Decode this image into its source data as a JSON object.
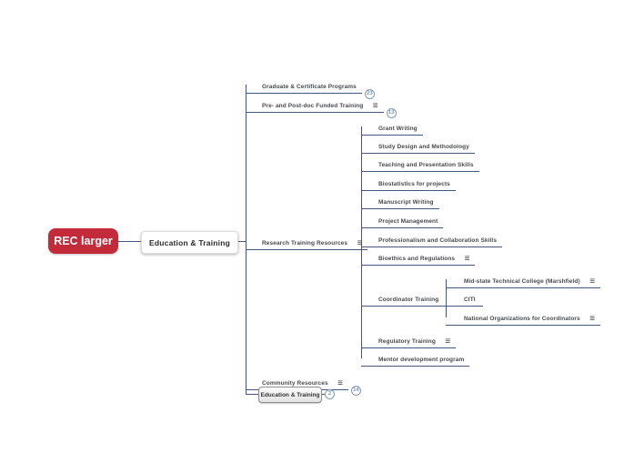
{
  "palette": {
    "accent_red": "#c32b3a",
    "line_color": "#46587a",
    "badge_color": "#8298bb",
    "text_color": "#47494e"
  },
  "icons": {
    "note_glyph": "≡"
  },
  "root_box": {
    "label": "REC larger"
  },
  "center_node": {
    "label": "Education & Training"
  },
  "branches": [
    {
      "label": "Graduate & Certificate Programs",
      "badge": "23"
    },
    {
      "label": "Pre- and Post-doc Funded Training",
      "badge": "13",
      "icon": "note-icon"
    },
    {
      "label": "Research Training Resources",
      "icon": "note-icon",
      "children": [
        {
          "label": "Grant Writing"
        },
        {
          "label": "Study Design and Methodology"
        },
        {
          "label": "Teaching and Presentation Skills"
        },
        {
          "label": "Biostatistics for projects"
        },
        {
          "label": "Manuscript Writing"
        },
        {
          "label": "Project Management"
        },
        {
          "label": "Professionalism and Collaboration Skills"
        },
        {
          "label": "Bioethics and Regulations",
          "icon": "note-icon"
        },
        {
          "label": "Coordinator Training",
          "children": [
            {
              "label": "Mid-state Technical College (Marshfield)",
              "icon": "note-icon"
            },
            {
              "label": "CITI"
            },
            {
              "label": "National Organizations for Coordinators",
              "icon": "note-icon"
            }
          ]
        },
        {
          "label": "Regulatory Training",
          "icon": "note-icon"
        },
        {
          "label": "Mentor development program"
        }
      ]
    },
    {
      "label": "Community Resources",
      "badge": "14",
      "icon": "note-icon"
    },
    {
      "label": "Education & Training",
      "badge": "2"
    }
  ]
}
